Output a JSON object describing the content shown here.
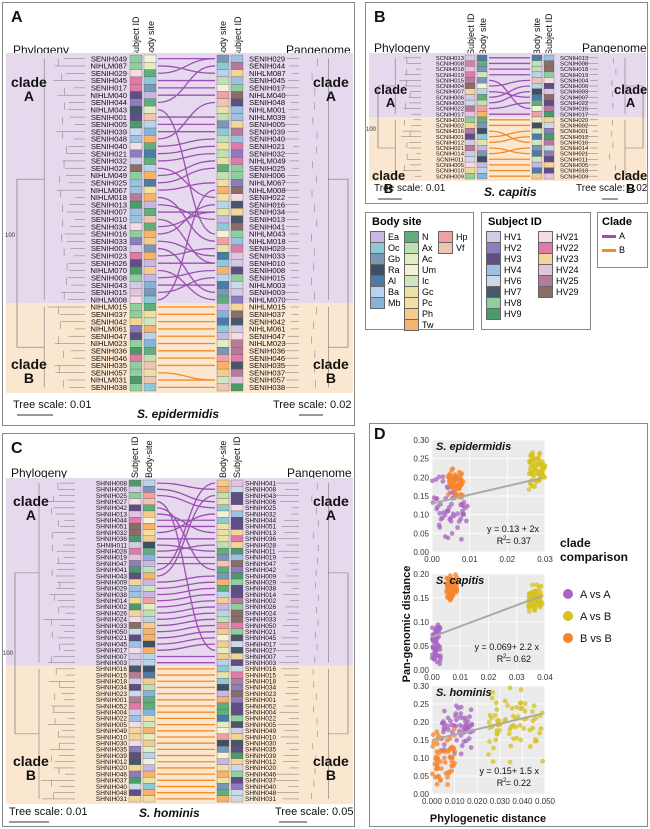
{
  "panel_letters": {
    "a": "A",
    "b": "B",
    "c": "C",
    "d": "D"
  },
  "common": {
    "phylogeny": "Phylogeny",
    "pangenome": "Pangenome",
    "subject_id": "Subject ID",
    "body_site": "Body site",
    "body_site_h": "Body-site",
    "clade_a_1": "clade",
    "clade_a_2": "A",
    "clade_b_1": "clade",
    "clade_b_2": "B",
    "support_100": "100"
  },
  "panel_a": {
    "species": "S. epidermidis",
    "tree_scale_left": "Tree scale: 0.01",
    "tree_scale_right": "Tree scale: 0.02",
    "left_a": [
      "SENIH049",
      "NIHLM087",
      "SENIH029",
      "SENIH045",
      "SENIH017",
      "NIHLM040",
      "SENIH044",
      "NIHLM043",
      "SENIH001",
      "SENIH005",
      "SENIH039",
      "SENIH048",
      "SENIH040",
      "SENIH021",
      "SENIH032",
      "SENIH022",
      "NIHLM049",
      "SENIH025",
      "NIHLM067",
      "NIHLM018",
      "SENIH013",
      "SENIH007",
      "SENIH010",
      "SENIH034",
      "SENIH016",
      "SENIH033",
      "SENIH003",
      "SENIH023",
      "SENIH026",
      "NIHLM070",
      "SENIH008",
      "SENIH043",
      "SENIH015",
      "NIHLM008"
    ],
    "left_b": [
      "NIHLM015",
      "SENIH037",
      "SENIH042",
      "NIHLM061",
      "SENIH047",
      "NIHLM023",
      "SENIH036",
      "SENIH046",
      "SENIH035",
      "SENIH057",
      "NIHLM031",
      "SENIH038"
    ],
    "right_a": [
      "SENIH029",
      "SENIH044",
      "NIHLM087",
      "SENIH045",
      "SENIH017",
      "NIHLM040",
      "SENIH048",
      "NIHLM001",
      "NIHLM039",
      "SENIH005",
      "SENIH039",
      "SENIH040",
      "SENIH021",
      "SENIH032",
      "NIHLM049",
      "SENIH025",
      "SENIH006",
      "NIHLM067",
      "NIHLM008",
      "SENIH022",
      "SENIH016",
      "SENIH034",
      "SENIH013",
      "SENIH041",
      "NIHLM043",
      "NIHLM018",
      "SENIH023",
      "SENIH033",
      "SENIH010",
      "SENIH008",
      "SENIH015",
      "NIHLM003",
      "SENIH003",
      "NIHLM070"
    ],
    "right_b": [
      "NIHLM015",
      "SENIH037",
      "SENIH042",
      "NIHLM061",
      "SENIH047",
      "NIHLM023",
      "SENIH036",
      "SENIH046",
      "SENIH035",
      "SENIH037",
      "SENIH057",
      "SENIH038"
    ]
  },
  "panel_b": {
    "species": "S. capitis",
    "tree_scale_left": "Tree scale: 0.01",
    "tree_scale_right": "Tree scale: 0.02",
    "left_a": [
      "SCNIH013",
      "SCNIH008",
      "SCNIH018",
      "SCNIH019",
      "SCNIH015",
      "SCNIH004",
      "SCNIH007",
      "SCNIH006",
      "SCNIH003",
      "SCNIH022",
      "SCNIH017"
    ],
    "left_b": [
      "SCNIH020",
      "SCNIH002",
      "SCNIH016",
      "SCNIH001",
      "SCNIH012",
      "SCNIH021",
      "SCNIH014",
      "SCNIH011",
      "SCNIH005",
      "SCNIH010",
      "SCNIH009"
    ],
    "right_a": [
      "SCNIH013",
      "SCNIH008",
      "SCNIH018",
      "SCNIH019",
      "SCNIH004",
      "SCNIH006",
      "SCNIH003",
      "SCNIH007",
      "SCNIH022",
      "SCNIH015",
      "SCNIH017"
    ],
    "right_b": [
      "SCNIH020",
      "SCNIH002",
      "SCNIH001",
      "SCNIH012",
      "SCNIH016",
      "SCNIH014",
      "SCNIH021",
      "SCNIH011",
      "SCNIH005",
      "SCNIH010",
      "SCNIH009"
    ]
  },
  "panel_c": {
    "species": "S. hominis",
    "tree_scale_left": "Tree scale: 0.01",
    "tree_scale_right": "Tree scale: 0.05",
    "left_a": [
      "SHNIH008",
      "SHNIH006",
      "SHNIH025",
      "SHNIH027",
      "SHNIH042",
      "SHNIH013",
      "SHNIH044",
      "SHNIH051",
      "SHNIH032",
      "SHNIH036",
      "SHNIH011",
      "SHNIH028",
      "SHNIH019",
      "SHNIH047",
      "SHNIH041",
      "SHNIH043",
      "SHNIH009",
      "SHNIH029",
      "SHNIH038",
      "SHNIH014",
      "SHNIH002",
      "SHNIH026",
      "SHNIH024",
      "SHNIH033",
      "SHNIH050",
      "SHNIH021",
      "SHNIH045",
      "SHNIH017",
      "SHNIH007",
      "SHNIH003"
    ],
    "left_b": [
      "SHNIH016",
      "SHNIH015",
      "SHNIH018",
      "SHNIH034",
      "SHNIH023",
      "SHNIH001",
      "SHNIH052",
      "SHNIH004",
      "SHNIH022",
      "SHNIH005",
      "SHNIH049",
      "SHNIH010",
      "SHNIH030",
      "SHNIH035",
      "SHNIH039",
      "SHNIH012",
      "SHNIH020",
      "SHNIH046",
      "SHNIH037",
      "SHNIH040",
      "SHNIH048",
      "SHNIH031"
    ],
    "right_a": [
      "SHNIH041",
      "SHNIH008",
      "SHNIH043",
      "SHNIH006",
      "SHNIH025",
      "SHNIH032",
      "SHNIH044",
      "SHNIH051",
      "SHNIH013",
      "SHNIH036",
      "SHNIH028",
      "SHNIH011",
      "SHNIH019",
      "SHNIH047",
      "SHNIH042",
      "SHNIH009",
      "SHNIH029",
      "SHNIH038",
      "SHNIH014",
      "SHNIH002",
      "SHNIH026",
      "SHNIH024",
      "SHNIH033",
      "SHNIH050",
      "SHNIH021",
      "SHNIH045",
      "SHNIH017",
      "SHNIH027",
      "SHNIH007",
      "SHNIH003"
    ],
    "right_b": [
      "SHNIH016",
      "SHNIH015",
      "SHNIH018",
      "SHNIH034",
      "SHNIH023",
      "SHNIH001",
      "SHNIH052",
      "SHNIH004",
      "SHNIH022",
      "SHNIH005",
      "SHNIH049",
      "SHNIH010",
      "SHNIH030",
      "SHNIH035",
      "SHNIH039",
      "SHNIH012",
      "SHNIH020",
      "SHNIH046",
      "SHNIH037",
      "SHNIH040",
      "SHNIH048",
      "SHNIH031"
    ]
  },
  "legend": {
    "body_site_title": "Body site",
    "body_sites": [
      {
        "code": "Ea",
        "color": "#c9b7e3"
      },
      {
        "code": "Oc",
        "color": "#8fc9d6"
      },
      {
        "code": "Gb",
        "color": "#7a96b8"
      },
      {
        "code": "Ra",
        "color": "#3e4f66"
      },
      {
        "code": "Al",
        "color": "#4d7ba8"
      },
      {
        "code": "Ba",
        "color": "#b9d3ea"
      },
      {
        "code": "Mb",
        "color": "#86b4d8"
      },
      {
        "code": "N",
        "color": "#5fae7c"
      },
      {
        "code": "Ax",
        "color": "#bfe0b3"
      },
      {
        "code": "Ac",
        "color": "#e3edc3"
      },
      {
        "code": "Um",
        "color": "#f4f1d9"
      },
      {
        "code": "Ic",
        "color": "#cfe6c0"
      },
      {
        "code": "Gc",
        "color": "#e8e2a8"
      },
      {
        "code": "Pc",
        "color": "#f2dfa5"
      },
      {
        "code": "Ph",
        "color": "#f7ca90"
      },
      {
        "code": "Tw",
        "color": "#f7b36b"
      },
      {
        "code": "Hp",
        "color": "#f0a1a5"
      },
      {
        "code": "Vf",
        "color": "#f0c4b3"
      }
    ],
    "subject_title": "Subject ID",
    "subjects": [
      {
        "code": "HV1",
        "color": "#d2cbe6"
      },
      {
        "code": "HV2",
        "color": "#8d7dbf"
      },
      {
        "code": "HV3",
        "color": "#5d4f86"
      },
      {
        "code": "HV4",
        "color": "#9cc1e1"
      },
      {
        "code": "HV6",
        "color": "#cbd9ea"
      },
      {
        "code": "HV7",
        "color": "#48586b"
      },
      {
        "code": "HV8",
        "color": "#8fcf9d"
      },
      {
        "code": "HV9",
        "color": "#4a9a6a"
      },
      {
        "code": "HV21",
        "color": "#f3dce4"
      },
      {
        "code": "HV22",
        "color": "#e17aa8"
      },
      {
        "code": "HV23",
        "color": "#f3d596"
      },
      {
        "code": "HV24",
        "color": "#e3c3de"
      },
      {
        "code": "HV25",
        "color": "#b57b9a"
      },
      {
        "code": "HV29",
        "color": "#8b6d67"
      }
    ],
    "clade_title": "Clade",
    "clades": [
      {
        "code": "A",
        "color": "#9b4fb0"
      },
      {
        "code": "B",
        "color": "#f28c28"
      }
    ]
  },
  "chart_data": [
    {
      "type": "scatter",
      "title": "S. epidermidis",
      "xlabel": "Phylogenetic distance",
      "ylabel": "Pan-genomic distance",
      "xlim": [
        0,
        0.035
      ],
      "ylim": [
        0,
        0.3
      ],
      "xticks": [
        "0.00",
        "0.01",
        "0.02",
        "0.03"
      ],
      "yticks": [
        "0.00",
        "0.05",
        "0.10",
        "0.15",
        "0.20",
        "0.25",
        "0.30"
      ],
      "equation": "y = 0.13 + 2x",
      "r2": "R  = 0.37",
      "series": [
        {
          "name": "A vs A",
          "color": "#a866c2",
          "cluster": {
            "x": [
              0.0,
              0.011
            ],
            "y": [
              0.03,
              0.22
            ]
          }
        },
        {
          "name": "A vs B",
          "color": "#d6c11d",
          "cluster": {
            "x": [
              0.03,
              0.035
            ],
            "y": [
              0.16,
              0.29
            ]
          }
        },
        {
          "name": "B vs B",
          "color": "#f5842b",
          "cluster": {
            "x": [
              0.005,
              0.01
            ],
            "y": [
              0.14,
              0.23
            ]
          }
        }
      ],
      "fit": {
        "intercept": 0.13,
        "slope": 2
      }
    },
    {
      "type": "scatter",
      "title": "S. capitis",
      "xlim": [
        0,
        0.04
      ],
      "ylim": [
        0,
        0.2
      ],
      "xticks": [
        "0.00",
        "0.01",
        "0.02",
        "0.03",
        "0.04"
      ],
      "yticks": [
        "0.00",
        "0.05",
        "0.10",
        "0.15",
        "0.20"
      ],
      "equation": "y = 0.069+ 2.2 x",
      "r2": "R  = 0.62",
      "series": [
        {
          "name": "A vs A",
          "color": "#a866c2",
          "cluster": {
            "x": [
              0.0,
              0.003
            ],
            "y": [
              0.01,
              0.11
            ]
          }
        },
        {
          "name": "A vs B",
          "color": "#d6c11d",
          "cluster": {
            "x": [
              0.034,
              0.039
            ],
            "y": [
              0.12,
              0.18
            ]
          }
        },
        {
          "name": "B vs B",
          "color": "#f5842b",
          "cluster": {
            "x": [
              0.005,
              0.009
            ],
            "y": [
              0.14,
              0.2
            ]
          }
        }
      ],
      "fit": {
        "intercept": 0.069,
        "slope": 2.2
      }
    },
    {
      "type": "scatter",
      "title": "S. hominis",
      "xlim": [
        0,
        0.05
      ],
      "ylim": [
        0,
        0.3
      ],
      "xticks": [
        "0.000",
        "0.010",
        "0.020",
        "0.030",
        "0.040",
        "0.050"
      ],
      "yticks": [
        "0.00",
        "0.05",
        "0.10",
        "0.15",
        "0.20",
        "0.25",
        "0.30"
      ],
      "equation": "y = 0.15+ 1.5 x",
      "r2": "R  = 0.22",
      "series": [
        {
          "name": "A vs A",
          "color": "#a866c2",
          "cluster": {
            "x": [
              0.004,
              0.018
            ],
            "y": [
              0.1,
              0.25
            ]
          }
        },
        {
          "name": "A vs B",
          "color": "#d6c11d",
          "cluster": {
            "x": [
              0.025,
              0.049
            ],
            "y": [
              0.08,
              0.3
            ]
          }
        },
        {
          "name": "B vs B",
          "color": "#f5842b",
          "cluster": {
            "x": [
              0.0,
              0.01
            ],
            "y": [
              0.02,
              0.2
            ]
          }
        }
      ],
      "fit": {
        "intercept": 0.15,
        "slope": 1.5
      }
    }
  ],
  "d_legend": {
    "title_1": "clade",
    "title_2": "comparison",
    "items": [
      {
        "label": "A vs A",
        "color": "#a866c2"
      },
      {
        "label": "A vs B",
        "color": "#d6c11d"
      },
      {
        "label": "B vs B",
        "color": "#f5842b"
      }
    ]
  }
}
